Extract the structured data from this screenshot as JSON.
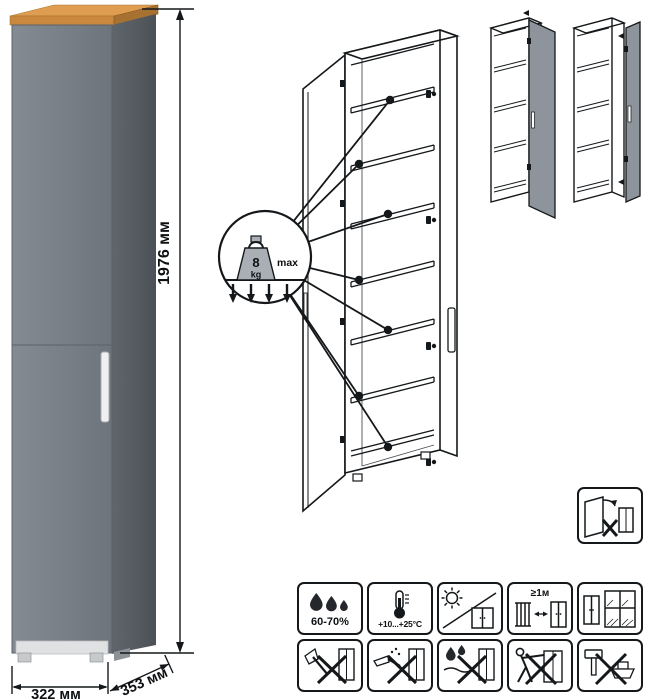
{
  "sheet": {
    "dimensions": {
      "height": "1976 мм",
      "width": "322 мм",
      "depth": "353 мм"
    },
    "max_load": {
      "value": "8",
      "unit": "kg",
      "label": "max"
    },
    "conditions": {
      "humidity": "60-70%",
      "temperature": "+10...+25°C",
      "min_distance": "≥1м"
    },
    "colors": {
      "cabinet_front": "#7b838b",
      "cabinet_side": "#565d63",
      "wood_top": "#d0913f",
      "door_panel": "#8d949b",
      "line": "#15181a"
    },
    "icons": {
      "load": "weight-icon",
      "humidity": "water-drops-icon",
      "temperature": "thermometer-icon",
      "sunlight": "no-direct-sun-icon",
      "distance": "heat-source-distance-icon",
      "ventilation": "window-icon",
      "door_caution": "door-opening-caution-icon",
      "no_impact": "axe-crossed-icon",
      "no_abrasive": "scraper-crossed-icon",
      "no_moisture": "water-crossed-icon",
      "no_dragging": "person-dragging-crossed-icon",
      "no_self_repair": "hammer-anvil-crossed-icon"
    }
  }
}
